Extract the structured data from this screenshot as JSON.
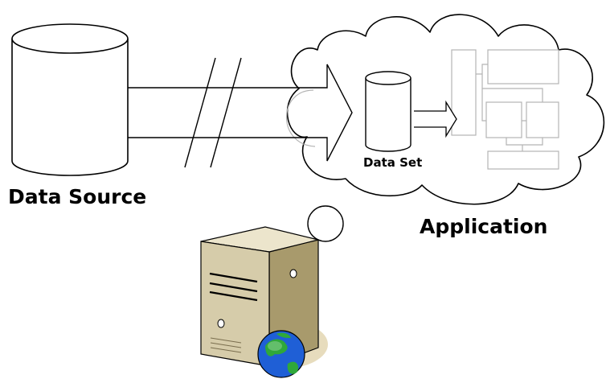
{
  "labels": {
    "data_source": "Data Source",
    "application": "Application",
    "data_set": "Data Set"
  },
  "colors": {
    "outline": "#000000",
    "faint_outline": "#b4b4b4",
    "server_light": "#ece5cc",
    "server_mid": "#d6ccaa",
    "server_dark": "#a89a6c",
    "shadow": "#e7dcbd",
    "globe_ocean": "#1f5fd6",
    "globe_land": "#2fa83a"
  },
  "icons": {
    "data_source": "database-cylinder-icon",
    "data_set": "database-cylinder-icon",
    "server": "server-tower-icon",
    "globe": "globe-icon"
  }
}
